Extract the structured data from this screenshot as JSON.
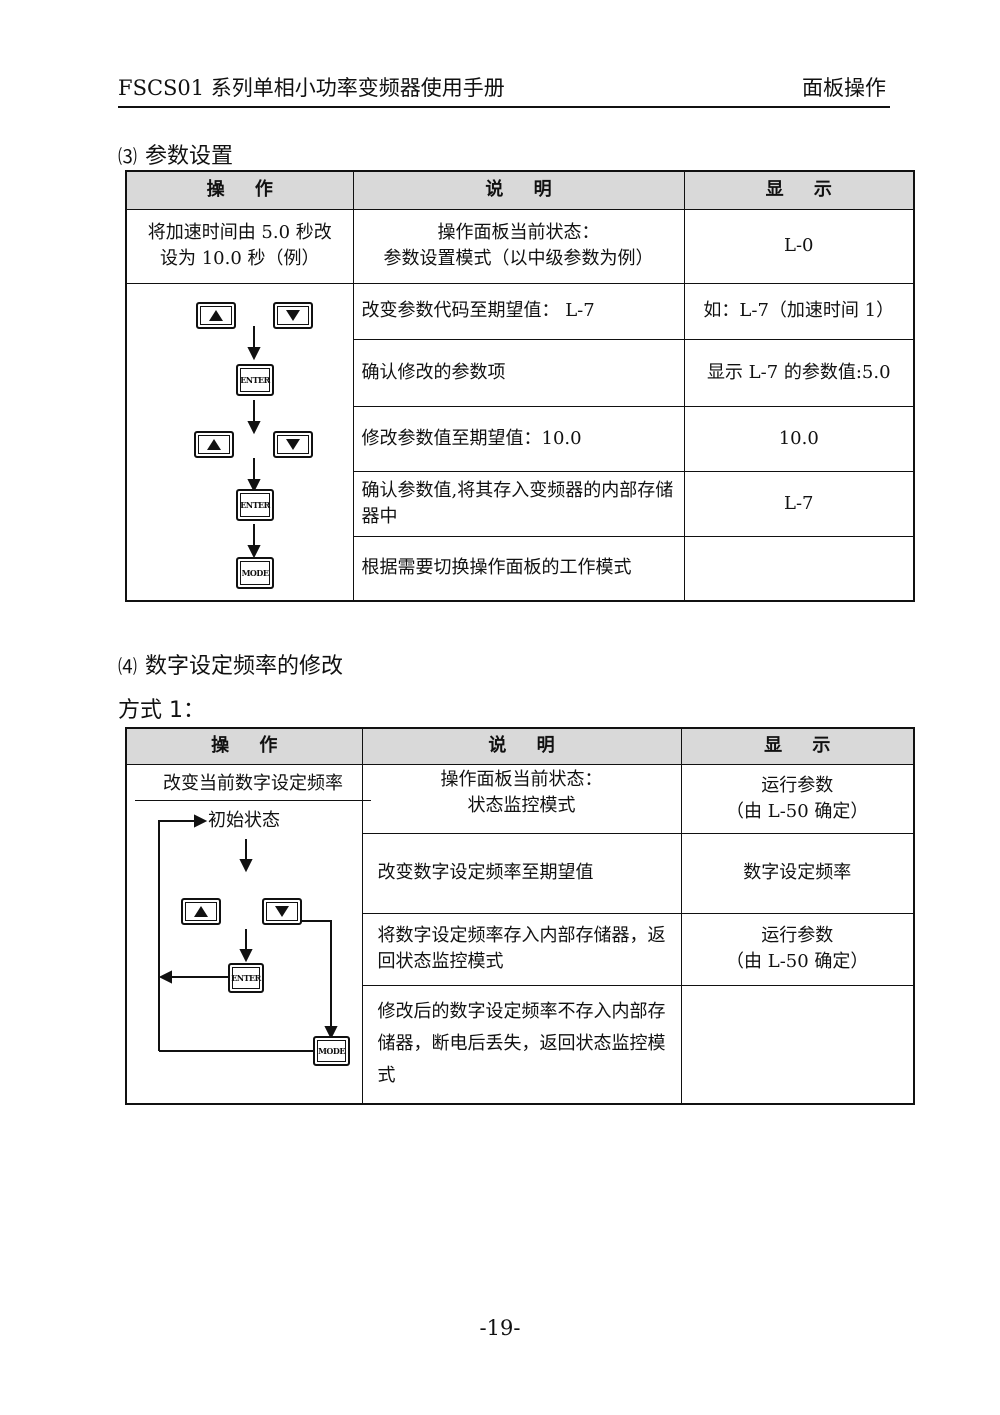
{
  "header": {
    "left": "FSCS01 系列单相小功率变频器使用手册",
    "right": "面板操作"
  },
  "section3": {
    "num": "⑶",
    "title": "参数设置",
    "headers": [
      "操 作",
      "说 明",
      "显 示"
    ],
    "row0": {
      "op_line1": "将加速时间由 5.0 秒改",
      "op_line2": "设为 10.0 秒（例）",
      "desc_line1": "操作面板当前状态：",
      "desc_line2": "参数设置模式（以中级参数为例）",
      "display": "L-0"
    },
    "rows": [
      {
        "desc": "改变参数代码至期望值：  L-7",
        "display": "如：L-7（加速时间 1）"
      },
      {
        "desc": "确认修改的参数项",
        "display": "显示 L-7 的参数值:5.0"
      },
      {
        "desc": "修改参数值至期望值：10.0",
        "display": "10.0"
      },
      {
        "desc": "确认参数值,将其存入变频器的内部存储器中",
        "display": "L-7"
      },
      {
        "desc": "根据需要切换操作面板的工作模式",
        "display": ""
      }
    ],
    "keys": {
      "enter": "ENTER",
      "mode": "MODE"
    }
  },
  "section4": {
    "num": "⑷",
    "title": "数字设定频率的修改",
    "method": "方式 1：",
    "headers": [
      "操 作",
      "说 明",
      "显 示"
    ],
    "op_top": "改变当前数字设定频率",
    "initial_state": "初始状态",
    "rows": [
      {
        "desc_line1": "操作面板当前状态：",
        "desc_line2": "状态监控模式",
        "display_line1": "运行参数",
        "display_line2": "（由 L-50 确定）"
      },
      {
        "desc": "改变数字设定频率至期望值",
        "display": "数字设定频率"
      },
      {
        "desc": "将数字设定频率存入内部存储器，返回状态监控模式",
        "display_line1": "运行参数",
        "display_line2": "（由 L-50 确定）"
      },
      {
        "desc": "修改后的数字设定频率不存入内部存储器，断电后丢失，返回状态监控模式",
        "display": ""
      }
    ],
    "keys": {
      "enter": "ENTER",
      "mode": "MODE"
    }
  },
  "footer": {
    "page": "-19-"
  }
}
